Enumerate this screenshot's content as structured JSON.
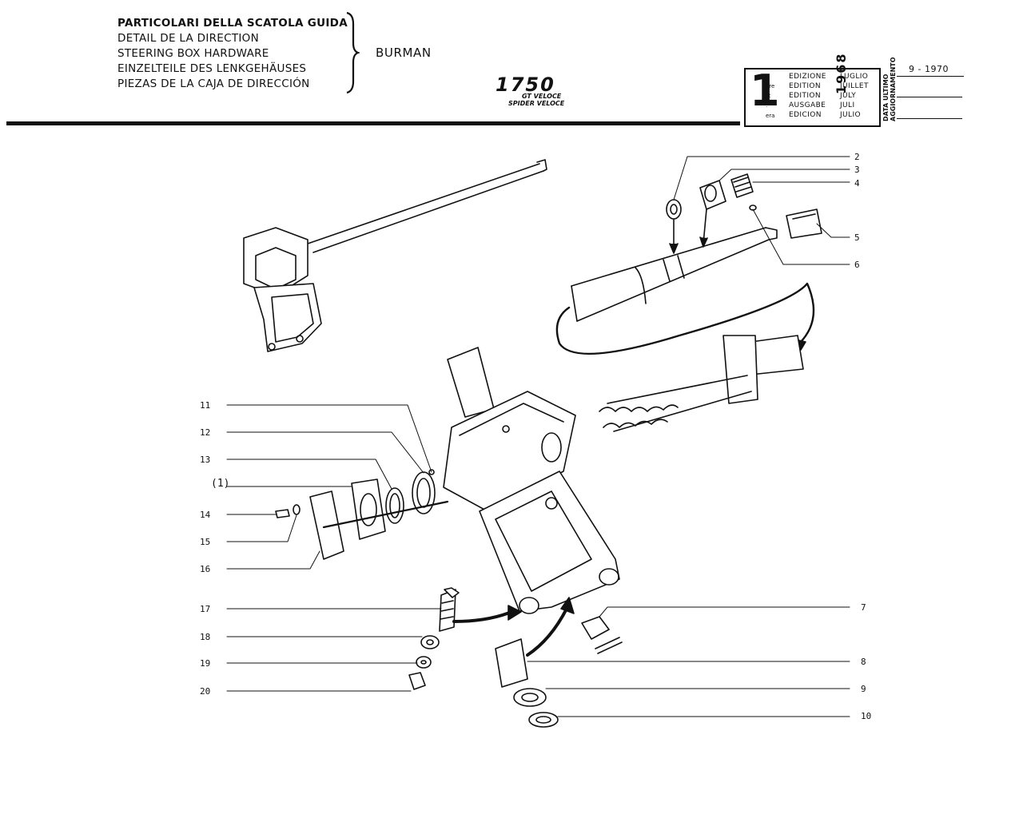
{
  "header": {
    "titles": [
      "PARTICOLARI DELLA SCATOLA GUIDA",
      "DETAIL DE LA DIRECTION",
      "STEERING BOX HARDWARE",
      "EINZELTEILE DES LENKGEHÄUSES",
      "PIEZAS DE LA CAJA DE DIRECCIÓN"
    ],
    "maker": "BURMAN",
    "model_number": "1750",
    "model_sub1": "GT VELOCE",
    "model_sub2": "SPIDER VELOCE"
  },
  "edition": {
    "number": "1",
    "suffixes": [
      "a",
      "ère",
      "st",
      ".",
      "era"
    ],
    "labels": [
      "EDIZIONE",
      "EDITION",
      "EDITION",
      "AUSGABE",
      "EDICION"
    ],
    "months": [
      "LUGLIO",
      "JUILLET",
      "JULY",
      "JULI",
      "JULIO"
    ],
    "year": "1968"
  },
  "update": {
    "label_line1": "DATA ULTIMO",
    "label_line2": "AGGIORNAMENTO",
    "date": "9 - 1970"
  },
  "callouts": {
    "c2": "2",
    "c3": "3",
    "c4": "4",
    "c5": "5",
    "c6": "6",
    "c7": "7",
    "c8": "8",
    "c9": "9",
    "c10": "10",
    "c11": "11",
    "c12": "12",
    "c13": "13",
    "c1p": "(1)",
    "c14": "14",
    "c15": "15",
    "c16": "16",
    "c17": "17",
    "c18": "18",
    "c19": "19",
    "c20": "20"
  }
}
